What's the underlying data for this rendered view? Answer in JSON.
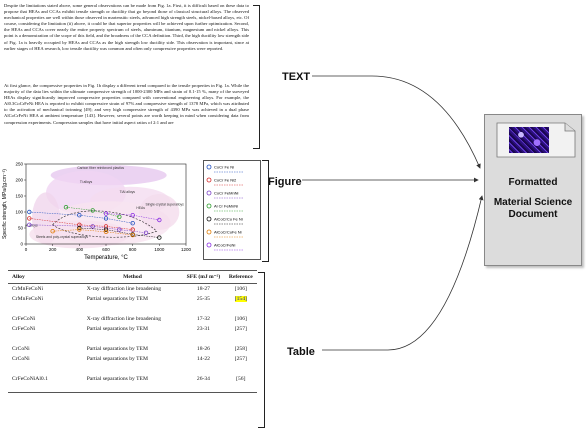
{
  "paragraph_1": "Despite the limitations stated above, some general observations can be made from Fig. 1a. First, it is difficult based on these data to propose that HEAs and CCAs exhibit tensile strength or ductility that go beyond those of classical structural alloys. The observed mechanical properties are well within those observed in martensitic steels, advanced high strength steels, nickel-based alloys, etc. Of course, considering the limitation (ii) above, it could be that superior properties will be achieved upon further optimization. Second, the HEAs and CCAs cover nearly the entire property spectrum of steels, aluminum, titanium, magnesium and nickel alloys. This point is a demonstration of the scope of this field, and the broadness of the CCA definition. Third, the high ductility low strength side of Fig. 1a is heavily occupied by HEAs and CCAs as the high strength low ductility side. This observation is important, since at earlier stages of HEA research, low tensile ductility was common and often only compressive properties were reported.",
  "paragraph_2": "At first glance, the compressive properties in Fig. 1b display a different trend compared to the tensile properties in Fig. 1a. While the majority of the data lies within the ultimate compressive strength of 1000-2300 MPa and strain of 0.1-15 %, many of the surveyed HEAs display significantly improved compressive properties compared with conventional engineering alloys. For example, the Al0.3CoCrFeNi HEA is reported to exhibit compressive strain of 97% and compressive strength of 1378 MPa, which was attributed to the activation of mechanical twinning [49]; and very high compressive strength of 4390 MPa was achieved in a dual phase AlCoCrFeNi HEA at ambient temperature [143]. However, several points are worth keeping in mind when considering data from compression experiments. Compression samples that have initial aspect ratios of 2:1 and are",
  "labels": {
    "text": "TEXT",
    "figure": "Figure",
    "table": "Table"
  },
  "output_doc": {
    "line1": "Formatted",
    "line2": "Material Science",
    "line3": "Document"
  },
  "chart_data": {
    "type": "scatter",
    "xlabel": "Temperature, °C",
    "ylabel": "Specific strength, MPa/(g.cm⁻³)",
    "xlim": [
      0,
      1200
    ],
    "ylim": [
      0,
      250
    ],
    "xticks": [
      "0",
      "200",
      "400",
      "600",
      "800",
      "1000",
      "1200"
    ],
    "yticks": [
      "0",
      "50",
      "100",
      "150",
      "200",
      "250"
    ],
    "region_labels": [
      "Carbon fiber reinforced plastics",
      "Ti alloys",
      "TiAl alloys",
      "HEAs",
      "Single-crystal superalloys",
      "Al alloys",
      "Steels and poly-crystal superalloys"
    ],
    "series": [
      {
        "color": "#1f4fbf",
        "points": [
          [
            25,
            100
          ],
          [
            400,
            90
          ],
          [
            600,
            80
          ],
          [
            800,
            65
          ]
        ]
      },
      {
        "color": "#d62828",
        "points": [
          [
            25,
            80
          ],
          [
            400,
            60
          ],
          [
            600,
            55
          ],
          [
            800,
            45
          ]
        ]
      },
      {
        "color": "#7a3fc7",
        "points": [
          [
            25,
            60
          ],
          [
            500,
            55
          ],
          [
            700,
            45
          ],
          [
            900,
            35
          ]
        ]
      },
      {
        "color": "#2a9d2a",
        "points": [
          [
            300,
            115
          ],
          [
            500,
            105
          ],
          [
            700,
            85
          ]
        ]
      },
      {
        "color": "#111111",
        "points": [
          [
            400,
            50
          ],
          [
            600,
            45
          ],
          [
            800,
            30
          ],
          [
            1000,
            20
          ]
        ]
      },
      {
        "color": "#e07b00",
        "points": [
          [
            200,
            40
          ],
          [
            400,
            45
          ],
          [
            600,
            38
          ],
          [
            800,
            28
          ]
        ]
      },
      {
        "color": "#8a2be2",
        "points": [
          [
            600,
            95
          ],
          [
            800,
            90
          ],
          [
            1000,
            75
          ]
        ]
      }
    ],
    "legend": [
      {
        "marker": "CoCr Fe Ni",
        "color": "#1f4fbf"
      },
      {
        "marker": "CoCr Fe Ni2",
        "color": "#d62828"
      },
      {
        "marker": "CoCr FeMnNi",
        "color": "#7a3fc7"
      },
      {
        "marker": "Al Cr FeMnNi",
        "color": "#2a9d2a"
      },
      {
        "marker": "AlCoCrCu Fe Ni",
        "color": "#111111"
      },
      {
        "marker": "AlCoCrCuFe Ni",
        "color": "#e07b00"
      },
      {
        "marker": "AlCoCrFeNi",
        "color": "#8a2be2"
      }
    ]
  },
  "table": {
    "headers": [
      "Alloy",
      "Method",
      "SFE (mJ m⁻²)",
      "Reference"
    ],
    "rows": [
      {
        "alloy": "CrMnFeCoNi",
        "method": "X-ray diffraction line broadening",
        "sfe": "18-27",
        "ref": "[106]",
        "hl": false
      },
      {
        "alloy": "CrMnFeCoNi",
        "method": "Partial separations by TEM",
        "sfe": "25-35",
        "ref": "[154]",
        "hl": true
      },
      {
        "alloy": "CrFeCoNi",
        "method": "X-ray diffraction line broadening",
        "sfe": "17-32",
        "ref": "[106]",
        "hl": false
      },
      {
        "alloy": "CrFeCoNi",
        "method": "Partial separations by TEM",
        "sfe": "23-31",
        "ref": "[257]",
        "hl": false
      },
      {
        "alloy": "CrCoNi",
        "method": "Partial separations by TEM",
        "sfe": "18-26",
        "ref": "[258]",
        "hl": false
      },
      {
        "alloy": "CrCoNi",
        "method": "Partial separations by TEM",
        "sfe": "14-22",
        "ref": "[257]",
        "hl": false
      },
      {
        "alloy": "CrFeCoNiAl0.1",
        "method": "Partial separations by TEM",
        "sfe": "26-34",
        "ref": "[56]",
        "hl": false
      }
    ]
  }
}
